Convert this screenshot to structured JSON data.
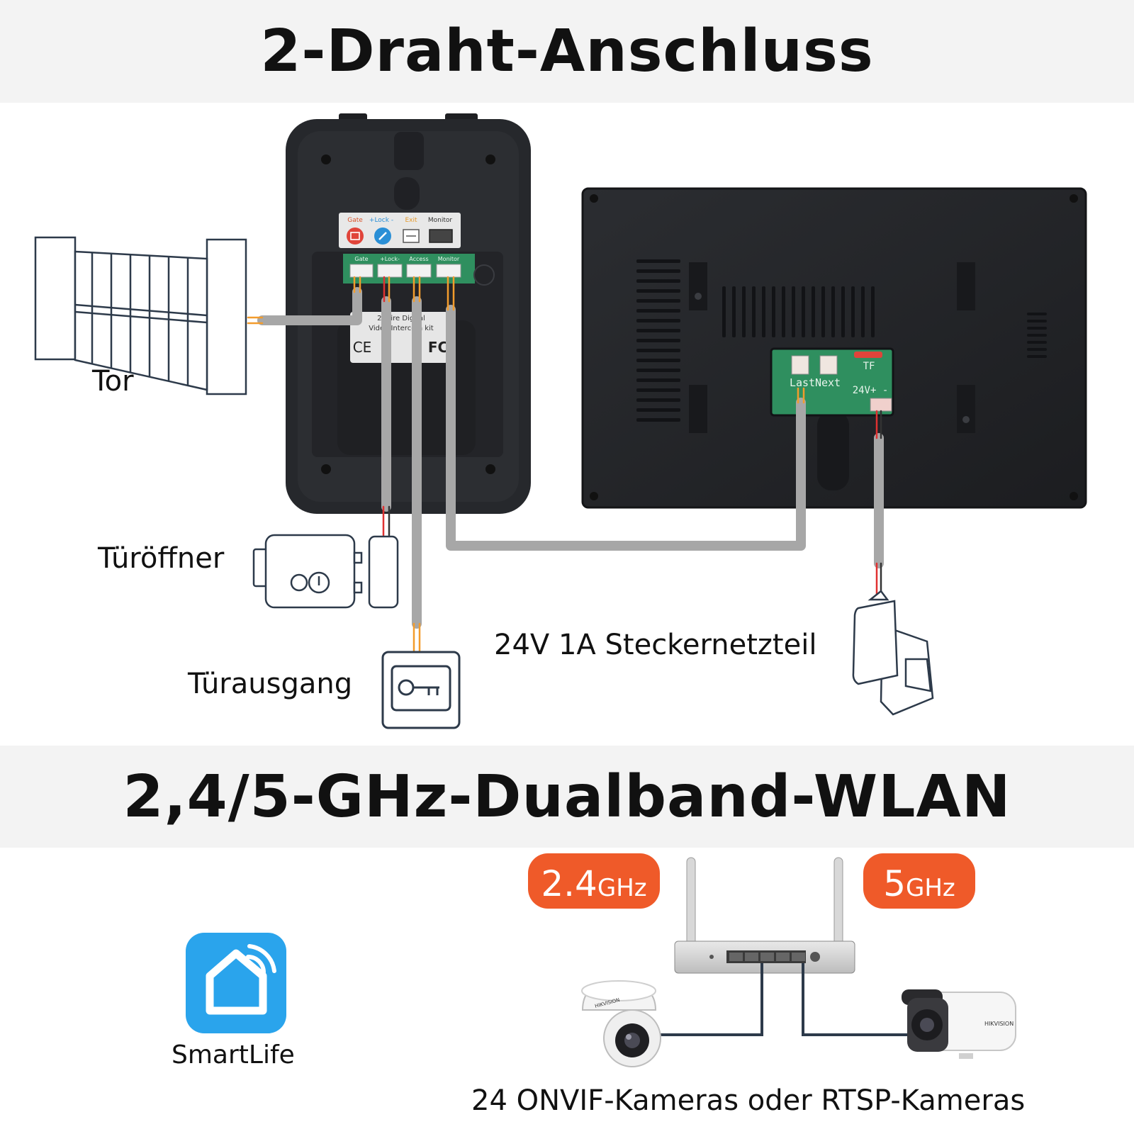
{
  "sections": {
    "wiring": {
      "title": "2-Draht-Anschluss"
    },
    "wifi": {
      "title": "2,4/5-GHz-Dualband-WLAN"
    }
  },
  "labels": {
    "gate": "Tor",
    "door_opener": "Türöffner",
    "door_exit": "Türausgang",
    "power_supply": "24V 1A Steckernetzteil",
    "smartlife": "SmartLife",
    "cameras": "24 ONVIF-Kameras oder RTSP-Kameras"
  },
  "outdoor_unit": {
    "sticker_terminals": [
      "Gate",
      "+Lock -",
      "Exit",
      "Monitor"
    ],
    "board_terminals": [
      "Gate",
      "+Lock-",
      "Access",
      "Monitor"
    ],
    "product_label": [
      "2-Wire Digital",
      "Video Intercom kit"
    ],
    "marks": [
      "CE",
      "FC"
    ]
  },
  "monitor_board": {
    "ports": [
      "Last",
      "Next"
    ],
    "card_slot": "TF",
    "power": "24V+ -"
  },
  "wifi_bands": [
    {
      "value": "2.4",
      "unit": "GHz"
    },
    {
      "value": "5",
      "unit": "GHz"
    }
  ],
  "camera_brand": "HIKVISION",
  "colors": {
    "band_background": "#f3f3f3",
    "wire_grey": "#a7a7a7",
    "wire_orange": "#f39c2c",
    "wire_red": "#e03131",
    "device_body": "#232529",
    "badge_orange": "#ef5a29",
    "smartlife_blue": "#2aa4ec",
    "pcb_green": "#2f8f5f"
  },
  "icons": [
    "gate-icon",
    "door-opener-icon",
    "exit-key-icon",
    "power-adapter-icon",
    "smartlife-home-icon",
    "router-icon",
    "dome-camera-icon",
    "bullet-camera-icon"
  ]
}
